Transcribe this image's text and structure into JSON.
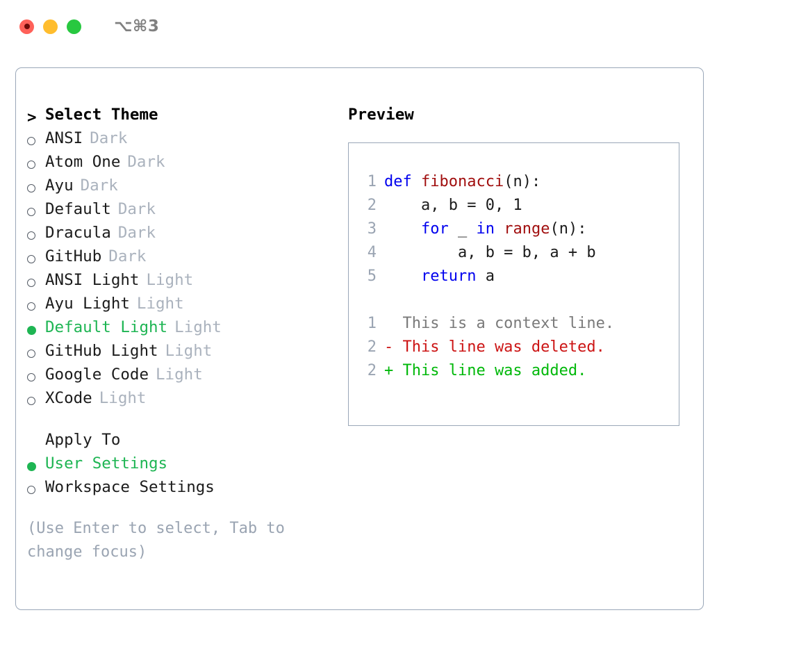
{
  "window": {
    "shortcut": "⌥⌘3",
    "lights": [
      {
        "name": "close",
        "color": "#ff6159"
      },
      {
        "name": "minimize",
        "color": "#ffbd2e"
      },
      {
        "name": "maximize",
        "color": "#28c840"
      }
    ]
  },
  "theme_picker": {
    "header": "Select Theme",
    "header_caret": ">",
    "items": [
      {
        "label": "ANSI",
        "variant": "Dark",
        "selected": false
      },
      {
        "label": "Atom One",
        "variant": "Dark",
        "selected": false
      },
      {
        "label": "Ayu",
        "variant": "Dark",
        "selected": false
      },
      {
        "label": "Default",
        "variant": "Dark",
        "selected": false
      },
      {
        "label": "Dracula",
        "variant": "Dark",
        "selected": false
      },
      {
        "label": "GitHub",
        "variant": "Dark",
        "selected": false
      },
      {
        "label": "ANSI Light",
        "variant": "Light",
        "selected": false
      },
      {
        "label": "Ayu Light",
        "variant": "Light",
        "selected": false
      },
      {
        "label": "Default Light",
        "variant": "Light",
        "selected": true
      },
      {
        "label": "GitHub Light",
        "variant": "Light",
        "selected": false
      },
      {
        "label": "Google Code",
        "variant": "Light",
        "selected": false
      },
      {
        "label": "XCode",
        "variant": "Light",
        "selected": false
      }
    ]
  },
  "apply_to": {
    "header": "Apply To",
    "items": [
      {
        "label": "User Settings",
        "selected": true
      },
      {
        "label": "Workspace Settings",
        "selected": false
      }
    ]
  },
  "hint": "(Use Enter to select, Tab to change focus)",
  "preview": {
    "title": "Preview",
    "code_lines": [
      {
        "num": "1",
        "tokens": [
          {
            "t": "def ",
            "c": "kw"
          },
          {
            "t": "fibonacci",
            "c": "fn"
          },
          {
            "t": "(n):",
            "c": "pl"
          }
        ]
      },
      {
        "num": "2",
        "tokens": [
          {
            "t": "    a, b = 0, 1",
            "c": "pl"
          }
        ]
      },
      {
        "num": "3",
        "tokens": [
          {
            "t": "    ",
            "c": "pl"
          },
          {
            "t": "for",
            "c": "kw"
          },
          {
            "t": " _ ",
            "c": "pl"
          },
          {
            "t": "in",
            "c": "kw"
          },
          {
            "t": " ",
            "c": "pl"
          },
          {
            "t": "range",
            "c": "fn"
          },
          {
            "t": "(n):",
            "c": "pl"
          }
        ]
      },
      {
        "num": "4",
        "tokens": [
          {
            "t": "        a, b = b, a + b",
            "c": "pl"
          }
        ]
      },
      {
        "num": "5",
        "tokens": [
          {
            "t": "    ",
            "c": "pl"
          },
          {
            "t": "return",
            "c": "kw"
          },
          {
            "t": " a",
            "c": "pl"
          }
        ]
      }
    ],
    "diff_lines": [
      {
        "num": "1",
        "marker": " ",
        "text": "  This is a context line.",
        "kind": "ctx"
      },
      {
        "num": "2",
        "marker": " ",
        "text": "- This line was deleted.",
        "kind": "del"
      },
      {
        "num": "2",
        "marker": " ",
        "text": "+ This line was added.",
        "kind": "add"
      }
    ]
  },
  "colors": {
    "selected_green": "#1eb553",
    "keyword_blue": "#0000ee",
    "function_red": "#a10f0f",
    "diff_deleted": "#cc1414",
    "diff_added": "#00b80a",
    "muted": "#aab2bd",
    "border": "#9aa7b8"
  }
}
